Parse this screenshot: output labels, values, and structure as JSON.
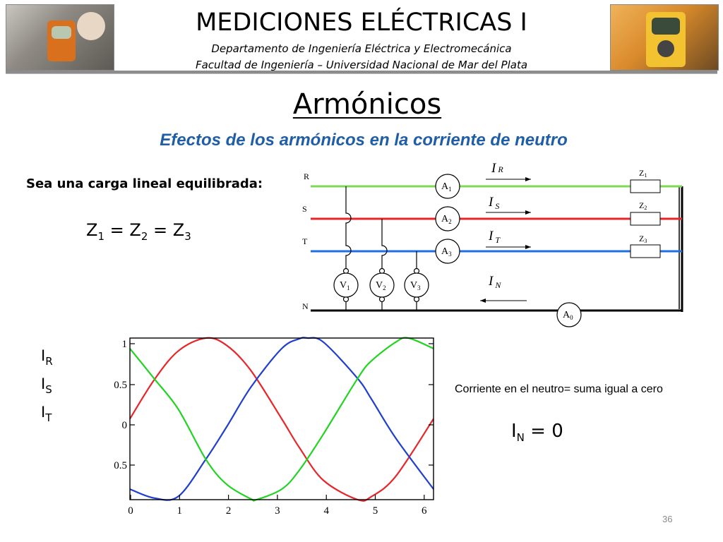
{
  "header": {
    "title": "MEDICIONES ELÉCTRICAS I",
    "department": "Departamento de Ingeniería Eléctrica y Electromecánica",
    "faculty": "Facultad de Ingeniería – Universidad Nacional de Mar del Plata"
  },
  "slide": {
    "title": "Armónicos",
    "subtitle": "Efectos de los armónicos en la corriente de neutro",
    "lead_text": "Sea una carga lineal equilibrada:",
    "equation": {
      "z1": "Z",
      "s1": "1",
      "eq": " = ",
      "z2": "Z",
      "s2": "2",
      "z3": "Z",
      "s3": "3"
    },
    "note": "Corriente en el neutro= suma igual a cero",
    "in_equation": {
      "i": "I",
      "sub": "N",
      "rest": " = 0"
    },
    "page_number": "36"
  },
  "legend": [
    {
      "main": "I",
      "sub": "R",
      "color": "#000000"
    },
    {
      "main": "I",
      "sub": "S",
      "color": "#000000"
    },
    {
      "main": "I",
      "sub": "T",
      "color": "#000000"
    }
  ],
  "circuit": {
    "lines": {
      "R": "R",
      "S": "S",
      "T": "T",
      "N": "N"
    },
    "ammeters": [
      {
        "l": "A",
        "s": "1"
      },
      {
        "l": "A",
        "s": "2"
      },
      {
        "l": "A",
        "s": "3"
      },
      {
        "l": "A",
        "s": "0"
      }
    ],
    "voltmeters": [
      {
        "l": "V",
        "s": "1"
      },
      {
        "l": "V",
        "s": "2"
      },
      {
        "l": "V",
        "s": "3"
      }
    ],
    "impedances": [
      {
        "l": "Z",
        "s": "1"
      },
      {
        "l": "Z",
        "s": "2"
      },
      {
        "l": "Z",
        "s": "3"
      }
    ],
    "currents": [
      {
        "l": "I",
        "s": "R"
      },
      {
        "l": "I",
        "s": "S"
      },
      {
        "l": "I",
        "s": "T"
      },
      {
        "l": "I",
        "s": "N"
      }
    ],
    "colors": {
      "R": "#7ed957",
      "S": "#e8262a",
      "T": "#1f6fe0",
      "N": "#000000"
    }
  },
  "chart_data": {
    "type": "line",
    "x_ticks": [
      "0",
      "1",
      "2",
      "3",
      "4",
      "5",
      "6"
    ],
    "y_ticks": [
      "1",
      "0.5",
      "0",
      "0.5"
    ],
    "xlim": [
      0,
      6.28
    ],
    "ylim": [
      -1,
      1
    ],
    "grid": false,
    "series": [
      {
        "color": "#e8262a",
        "x": [
          0,
          0.5,
          1.0,
          1.57,
          2.0,
          2.5,
          3.14,
          3.5,
          4.0,
          4.71,
          5.0,
          5.5,
          6.28
        ],
        "y": [
          0.0,
          0.48,
          0.84,
          1.0,
          0.91,
          0.6,
          0.0,
          -0.35,
          -0.76,
          -1.0,
          -0.96,
          -0.71,
          0.0
        ]
      },
      {
        "color": "#1f3fd0",
        "x": [
          0,
          0.5,
          1.0,
          1.57,
          2.0,
          2.5,
          3.14,
          3.5,
          3.67,
          4.0,
          4.71,
          5.0,
          5.5,
          6.28
        ],
        "y": [
          -0.87,
          -0.98,
          -0.96,
          -0.5,
          -0.1,
          0.39,
          0.87,
          0.99,
          1.0,
          0.95,
          0.5,
          0.24,
          -0.24,
          -0.87
        ]
      },
      {
        "color": "#22d422",
        "x": [
          0,
          0.5,
          1.0,
          1.57,
          2.0,
          2.5,
          2.62,
          3.14,
          3.5,
          4.0,
          4.71,
          5.0,
          5.5,
          5.76,
          6.28
        ],
        "y": [
          0.87,
          0.5,
          0.12,
          -0.5,
          -0.81,
          -0.99,
          -1.0,
          -0.87,
          -0.64,
          -0.19,
          0.5,
          0.72,
          0.95,
          1.0,
          0.87
        ]
      }
    ]
  }
}
